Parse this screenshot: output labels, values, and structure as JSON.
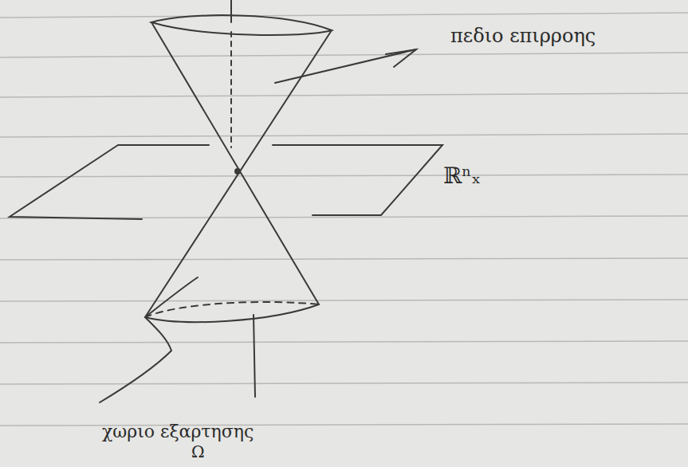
{
  "diagram": {
    "labels": [
      "πεδιο επιρροης",
      "ℝⁿₓ",
      "χωριο εξαρτησης",
      "Ω"
    ]
  }
}
